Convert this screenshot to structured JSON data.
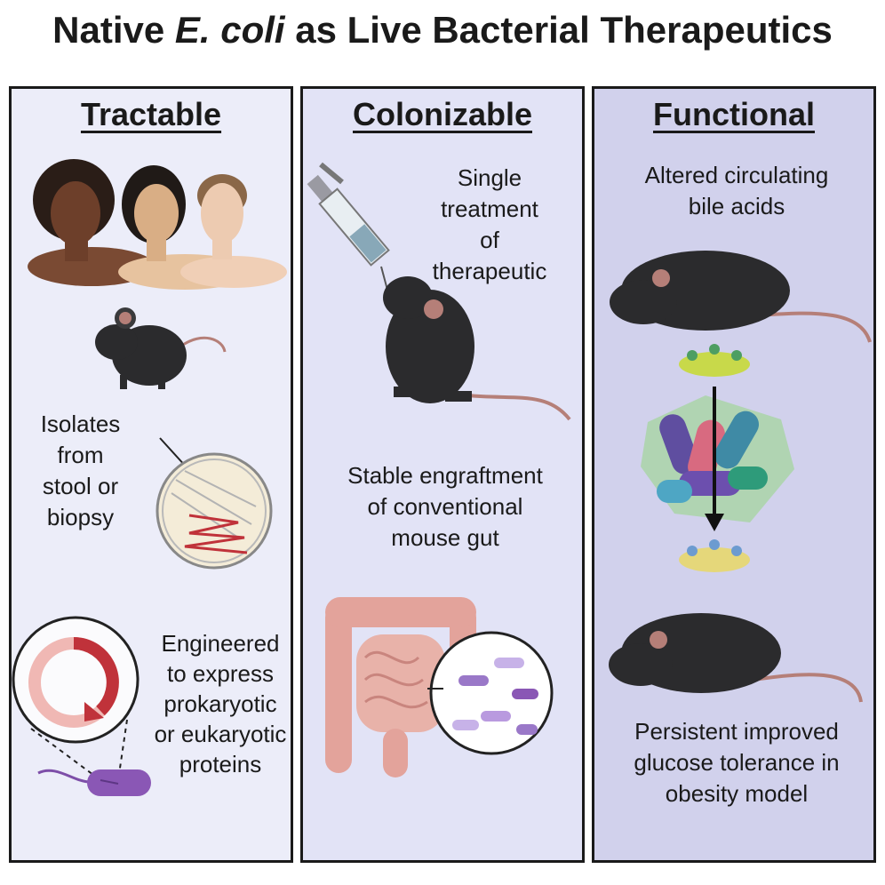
{
  "title": {
    "part1": "Native ",
    "italic": "E. coli",
    "part2": " as Live Bacterial Therapeutics"
  },
  "panels": {
    "tractable": {
      "heading": "Tractable",
      "isolates": "Isolates\nfrom\nstool or\nbiopsy",
      "engineered": "Engineered\nto express\nprokaryotic\nor eukaryotic\nproteins"
    },
    "colonizable": {
      "heading": "Colonizable",
      "single": "Single\ntreatment\nof\ntherapeutic",
      "stable": "Stable engraftment\nof conventional\nmouse gut"
    },
    "functional": {
      "heading": "Functional",
      "altered": "Altered circulating\nbile acids",
      "persistent": "Persistent improved\nglucose tolerance in\nobesity model"
    }
  },
  "colors": {
    "panel1": "#ecedf9",
    "panel2": "#e2e3f6",
    "panel3": "#d1d1ec",
    "mouse": "#2b2b2d",
    "tail": "#b57f78",
    "intestine": "#e3a39b",
    "bacterium": "#8a57b5",
    "plasmid": "#c0323a",
    "bile": "#c8d94a"
  },
  "icons": [
    "people-illustration",
    "mouse-icon",
    "petri-dish-icon",
    "plasmid-icon",
    "bacterium-icon",
    "syringe-icon",
    "intestine-icon",
    "microbiome-magnifier-icon",
    "bile-acid-icon",
    "bacteria-cluster-icon",
    "down-arrow-icon"
  ]
}
